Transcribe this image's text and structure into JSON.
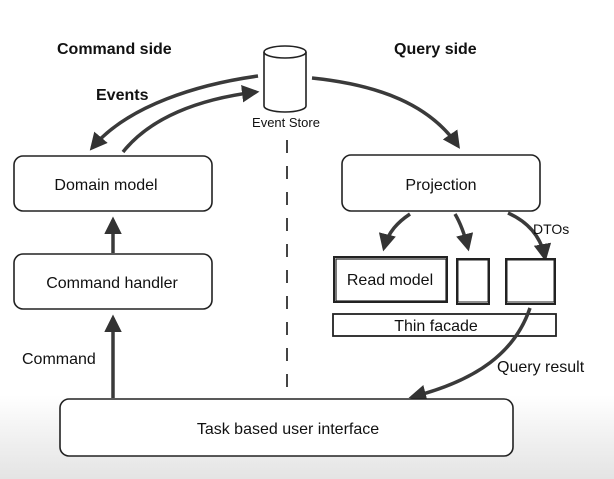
{
  "headings": {
    "command_side": "Command side",
    "query_side": "Query side"
  },
  "event_store": {
    "label": "Event Store"
  },
  "arrows": {
    "events": "Events",
    "command": "Command",
    "dtos": "DTOs",
    "query_result": "Query result"
  },
  "boxes": {
    "domain_model": "Domain model",
    "command_handler": "Command handler",
    "projection": "Projection",
    "read_model": "Read model",
    "thin_facade": "Thin facade",
    "task_ui": "Task based user interface"
  },
  "colors": {
    "stroke": "#222222",
    "arrow": "#3a3a3a",
    "text": "#111111",
    "background": "#ffffff"
  }
}
